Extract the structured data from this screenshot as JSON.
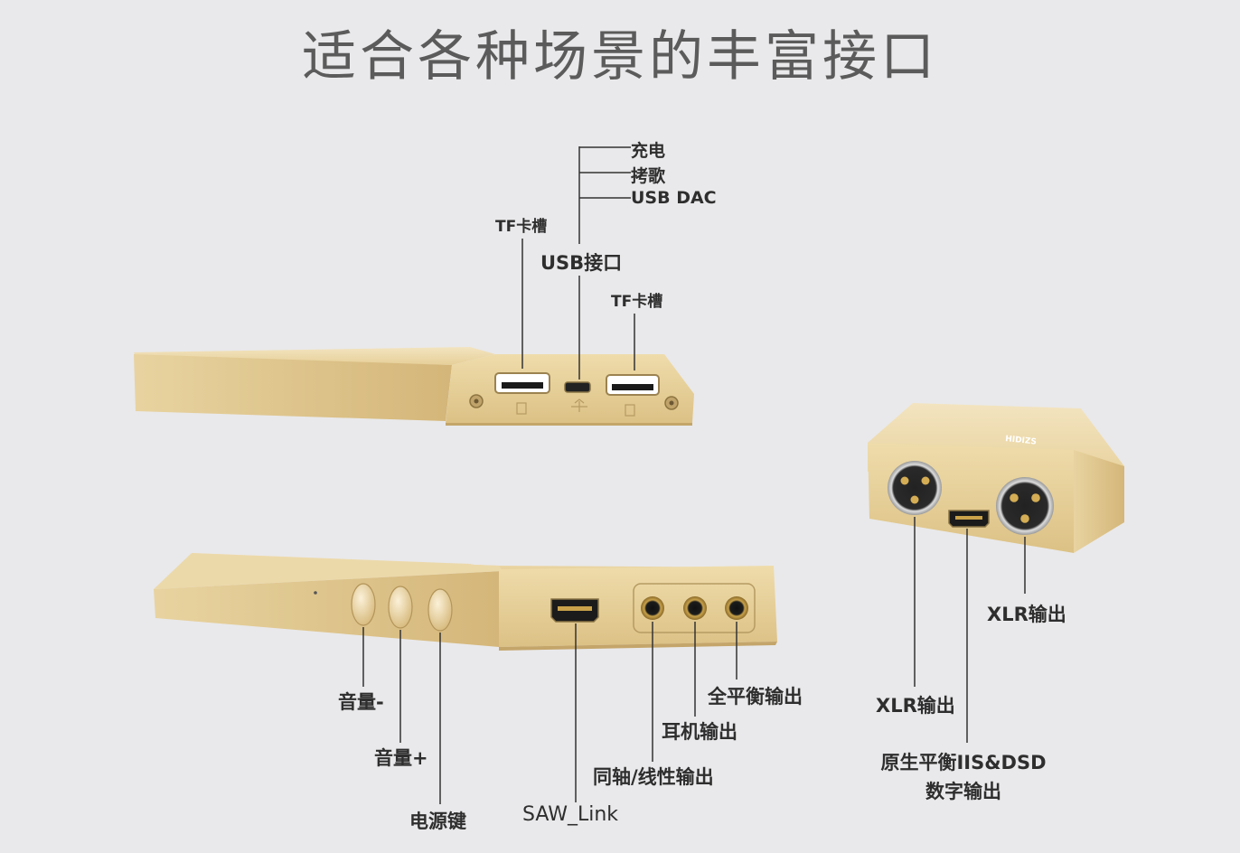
{
  "title": "适合各种场景的丰富接口",
  "top_device": {
    "tf_slot_left": "TF卡槽",
    "usb_port": "USB接口",
    "tf_slot_right": "TF卡槽",
    "usb_functions": [
      "充电",
      "拷歌",
      "USB DAC"
    ]
  },
  "bottom_device": {
    "volume_down": "音量-",
    "volume_up": "音量+",
    "power_key": "电源键",
    "saw_link": "SAW_Link",
    "coax_line_out": "同轴/线性输出",
    "headphone_out": "耳机输出",
    "balanced_out": "全平衡输出"
  },
  "xlr_module": {
    "xlr_left": "XLR输出",
    "xlr_right": "XLR输出",
    "iis_dsd_line1": "原生平衡IIS&DSD",
    "iis_dsd_line2": "数字输出",
    "brand_mark": "HIDIZS"
  },
  "colors": {
    "background": "#e9e9eb",
    "gold_light": "#efdcb0",
    "gold_mid": "#e3c98d",
    "gold_dark": "#cdb073",
    "callout_line": "#333333"
  }
}
